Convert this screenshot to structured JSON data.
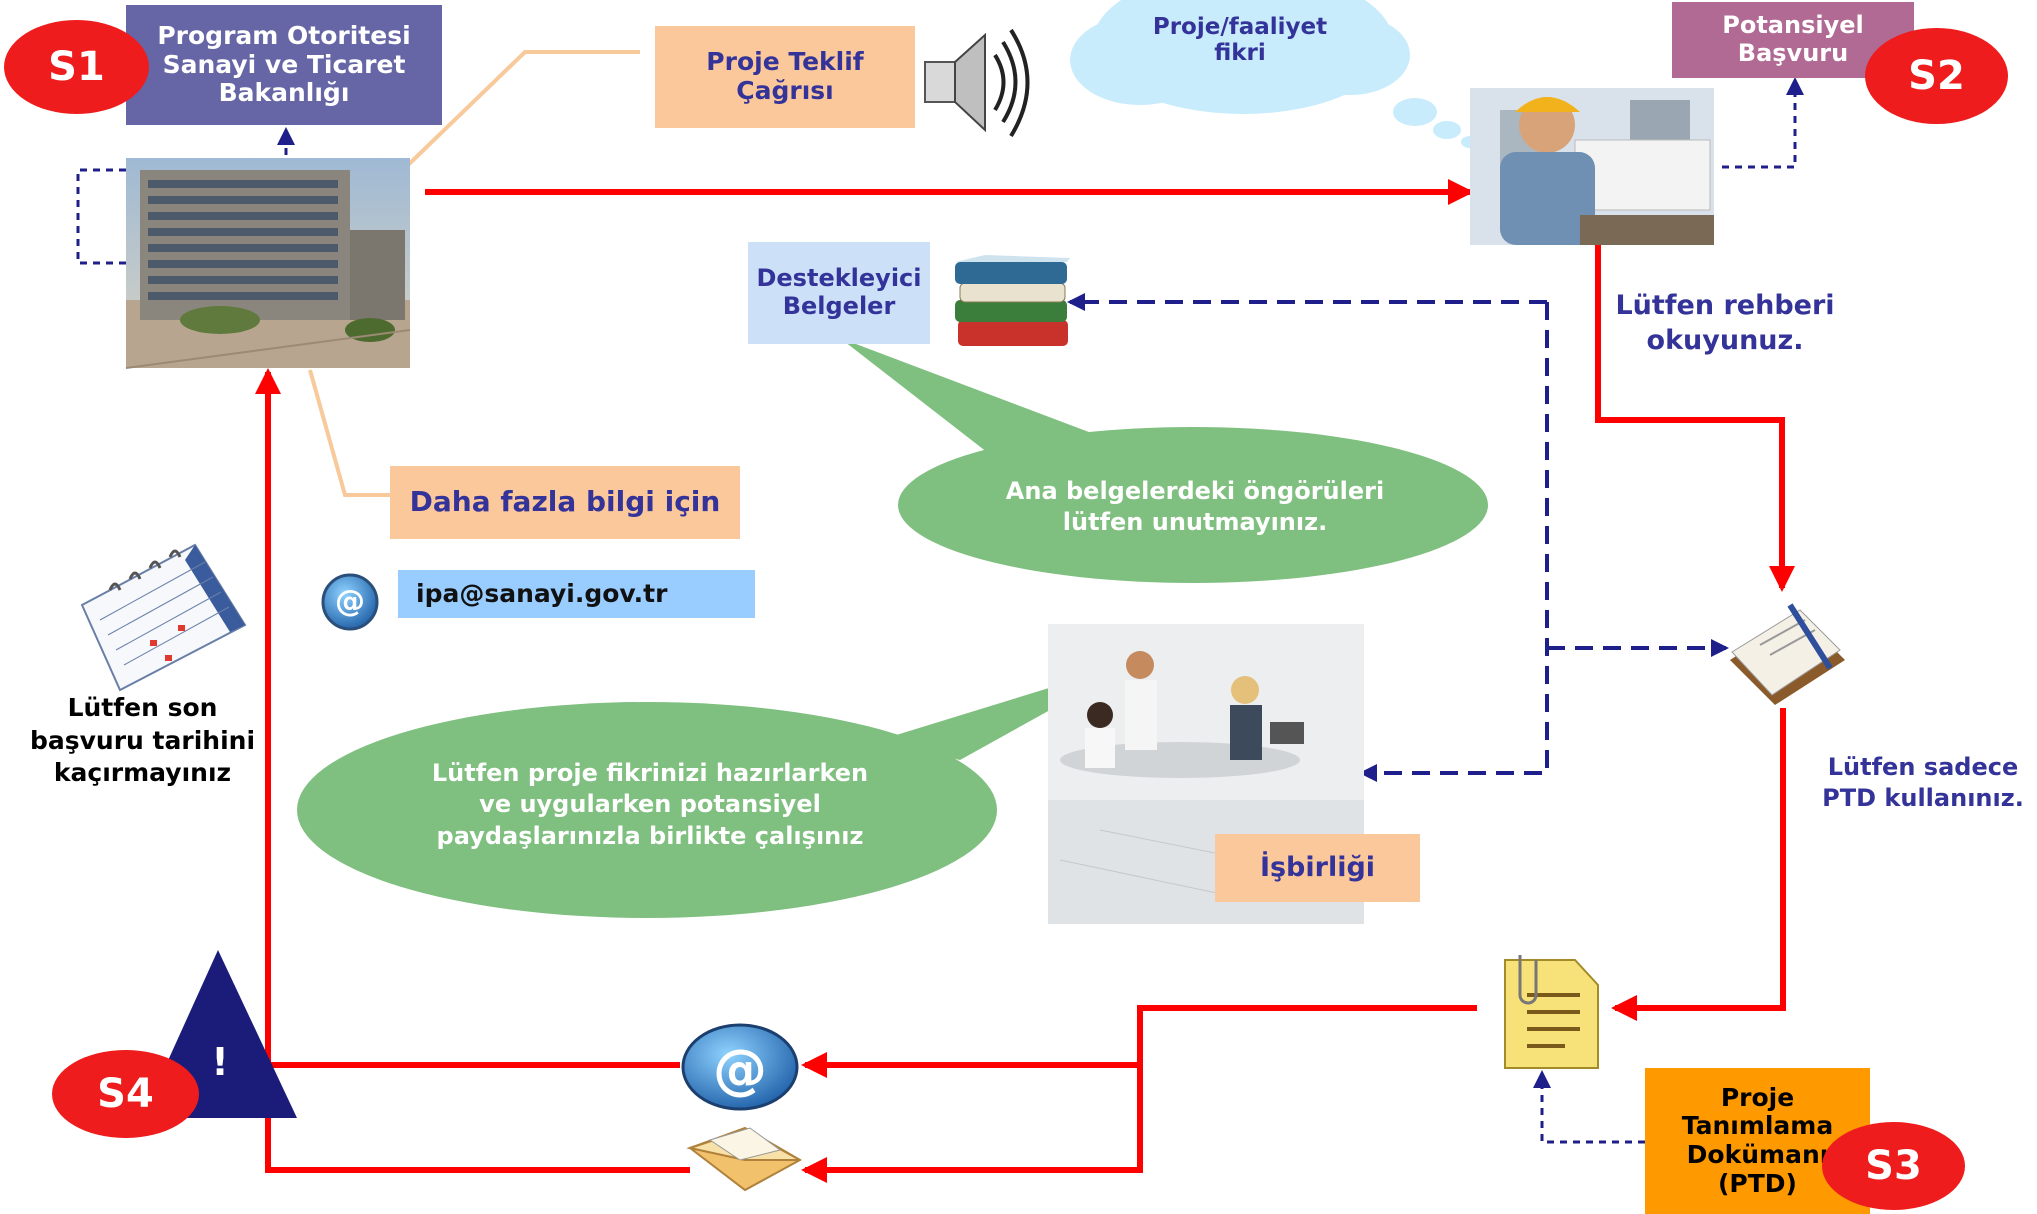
{
  "nodes": {
    "ministry": "Program Otoritesi Sanayi ve Ticaret Bakanlığı",
    "call": "Proje Teklif Çağrısı",
    "idea": "Proje/faaliyet fikri",
    "potential": "Potansiyel Başvuru",
    "supporting": "Destekleyici Belgeler",
    "more_info": "Daha fazla bilgi için",
    "email": "ipa@sanayi.gov.tr",
    "cooperation": "İşbirliği",
    "ptd": "Proje Tanımlama Dokümanı (PTD)"
  },
  "notes": {
    "read_guide": "Lütfen rehberi okuyunuz.",
    "use_ptd": "Lütfen sadece PTD kullanınız.",
    "deadline": "Lütfen son başvuru tarihini kaçırmayınız",
    "main_docs": "Ana belgelerdeki öngörüleri lütfen unutmayınız.",
    "work_together": "Lütfen proje fikrinizi hazırlarken ve uygularken potansiyel paydaşlarınızla birlikte çalışınız"
  },
  "steps": {
    "s1": "S1",
    "s2": "S2",
    "s3": "S3",
    "s4": "S4"
  },
  "warning_mark": "!",
  "email_symbol": "@",
  "icons": [
    "building-photo",
    "speaker-icon",
    "engineer-photo",
    "books-icon",
    "at-sign-icon",
    "calendar-icon",
    "notebook-icon",
    "meeting-photo",
    "document-icon",
    "email-at-icon",
    "envelope-icon",
    "warning-triangle-icon"
  ],
  "colors": {
    "red_flow": "#ff0000",
    "dashed_flow": "#1f1f8c",
    "ministry_box": "#6666a6",
    "potential_box": "#b06a93",
    "call_box": "#fac89b",
    "supporting_box": "#cce0f8",
    "email_box": "#99ccff",
    "ptd_box": "#ff9900",
    "bubble_green": "#7fbf7f",
    "step_oval": "#ee1c1c",
    "navy_text": "#333399"
  }
}
